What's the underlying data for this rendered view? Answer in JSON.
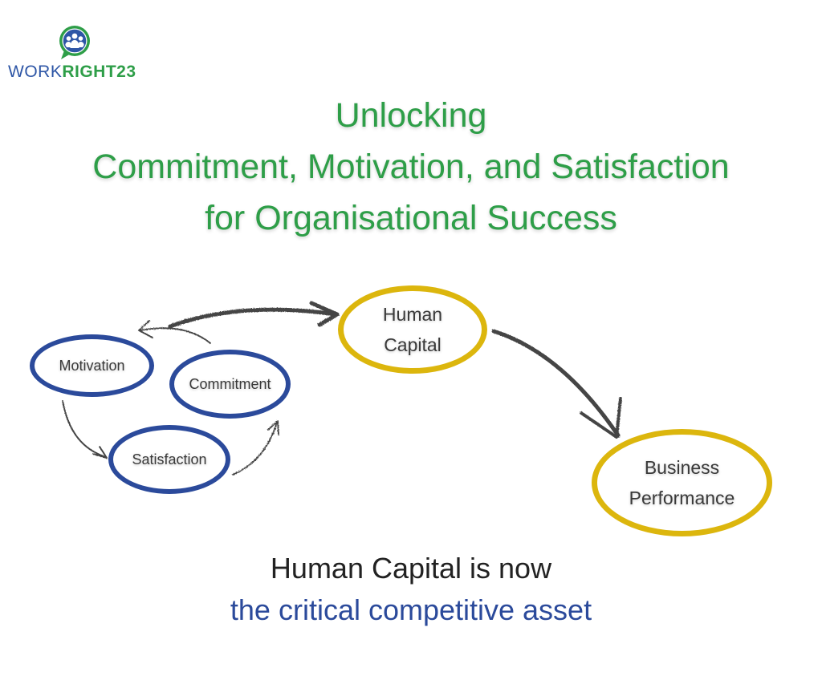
{
  "logo": {
    "icon": "speech-bubble-people-icon",
    "text_part1": "WORK",
    "text_part2": "RIGHT23",
    "colors": {
      "green": "#2e9e48",
      "blue": "#2e56a6"
    }
  },
  "title": {
    "line1": "Unlocking",
    "line2": "Commitment, Motivation, and Satisfaction",
    "line3": "for Organisational Success",
    "color": "#2e9e48"
  },
  "diagram": {
    "cycle_nodes": [
      {
        "id": "motivation",
        "label": "Motivation"
      },
      {
        "id": "commitment",
        "label": "Commitment"
      },
      {
        "id": "satisfaction",
        "label": "Satisfaction"
      }
    ],
    "outcome_nodes": [
      {
        "id": "human-capital",
        "line1": "Human",
        "line2": "Capital"
      },
      {
        "id": "business-performance",
        "line1": "Business",
        "line2": "Performance"
      }
    ],
    "arrows": [
      {
        "from": "commitment",
        "to": "motivation"
      },
      {
        "from": "motivation",
        "to": "satisfaction"
      },
      {
        "from": "satisfaction",
        "to": "commitment"
      },
      {
        "from": "cycle",
        "to": "human-capital"
      },
      {
        "from": "human-capital",
        "to": "business-performance"
      }
    ],
    "colors": {
      "cycle_border": "#2b4a9b",
      "outcome_border": "#dcb60d",
      "arrow": "#444444"
    }
  },
  "caption": {
    "line1": "Human Capital is now",
    "line2": "the critical competitive asset",
    "line1_color": "#222222",
    "line2_color": "#2b4a9b"
  }
}
